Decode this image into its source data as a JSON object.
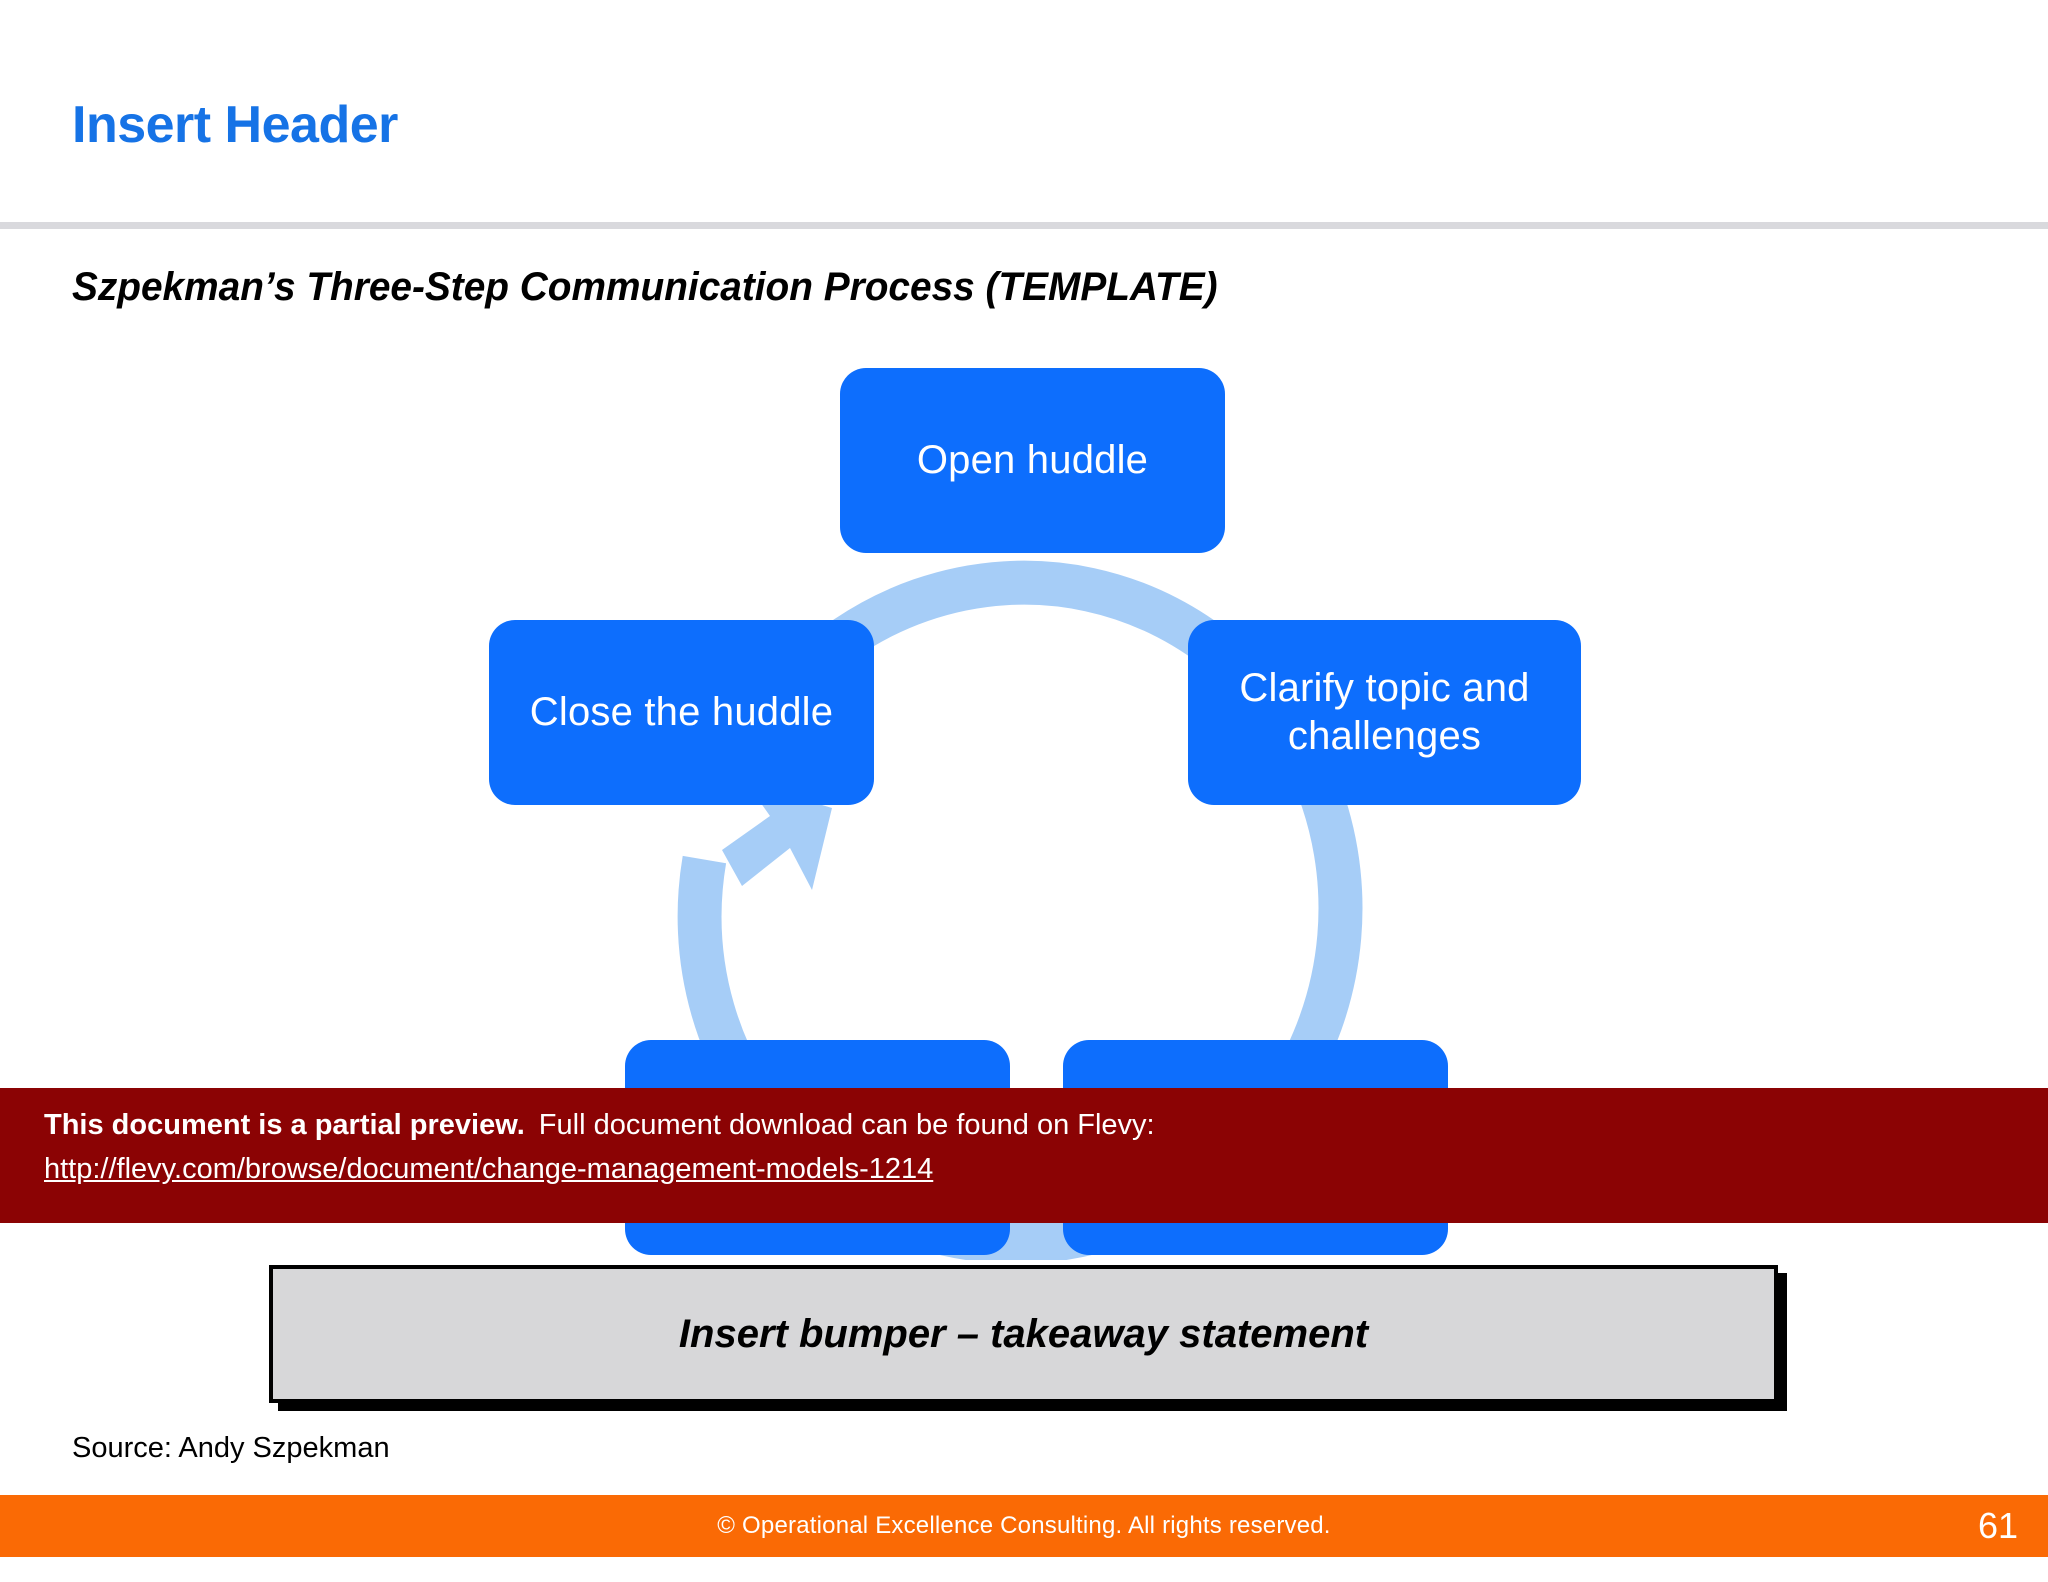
{
  "slide": {
    "header_title": "Insert Header",
    "subtitle": "Szpekman’s Three-Step Communication Process (TEMPLATE)",
    "page_number": "61"
  },
  "diagram": {
    "type": "cycle",
    "shape": "circular-arrow-ring",
    "ring_color": "#a6cdf7",
    "node_color": "#0d6efd",
    "node_text_color": "#ffffff",
    "nodes": [
      {
        "id": "open-huddle",
        "label": "Open huddle",
        "position": "top"
      },
      {
        "id": "clarify-topic",
        "label": "Clarify topic and challenges",
        "position": "right"
      },
      {
        "id": "close-huddle",
        "label": "Close the huddle",
        "position": "left"
      },
      {
        "id": "bottom-left",
        "label": "",
        "position": "bottom-left"
      },
      {
        "id": "bottom-right",
        "label": "",
        "position": "bottom-right"
      }
    ],
    "arrow_direction": "clockwise-into-open-huddle"
  },
  "preview_banner": {
    "bold_text": "This document is a partial preview.",
    "rest_text": "Full document download can be found on Flevy:",
    "link": "http://flevy.com/browse/document/change-management-models-1214",
    "background_color": "#8b0304"
  },
  "bumper": {
    "text": "Insert bumper – takeaway statement",
    "background_color": "#d7d7d9"
  },
  "source": {
    "text": "Source: Andy Szpekman"
  },
  "footer": {
    "copyright": "© Operational Excellence Consulting.  All rights reserved.",
    "background_color": "#fa6a05",
    "page_number": "61"
  }
}
